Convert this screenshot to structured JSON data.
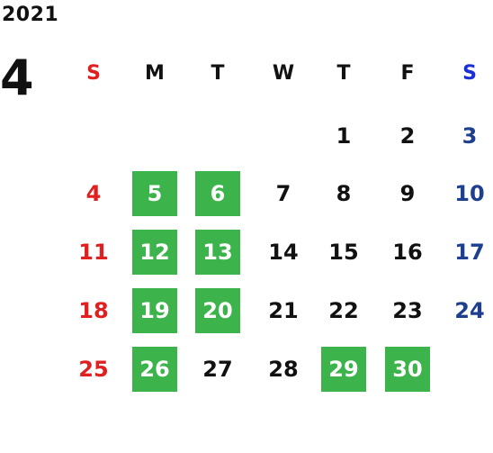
{
  "calendar": {
    "year": "2021",
    "month": "4",
    "weekdays": [
      "S",
      "M",
      "T",
      "W",
      "T",
      "F",
      "S"
    ],
    "weeks": [
      [
        "",
        "",
        "",
        "",
        "1",
        "2",
        "3"
      ],
      [
        "4",
        "5",
        "6",
        "7",
        "8",
        "9",
        "10"
      ],
      [
        "11",
        "12",
        "13",
        "14",
        "15",
        "16",
        "17"
      ],
      [
        "18",
        "19",
        "20",
        "21",
        "22",
        "23",
        "24"
      ],
      [
        "25",
        "26",
        "27",
        "28",
        "29",
        "30",
        ""
      ]
    ],
    "highlighted_days": [
      "5",
      "6",
      "12",
      "13",
      "19",
      "20",
      "26",
      "29",
      "30"
    ]
  },
  "colors": {
    "sunday": "#e02020",
    "saturday_header": "#1a2fd8",
    "saturday": "#1e3f8f",
    "weekday": "#111111",
    "highlight_bg": "#3cb44b",
    "highlight_text": "#ffffff"
  }
}
